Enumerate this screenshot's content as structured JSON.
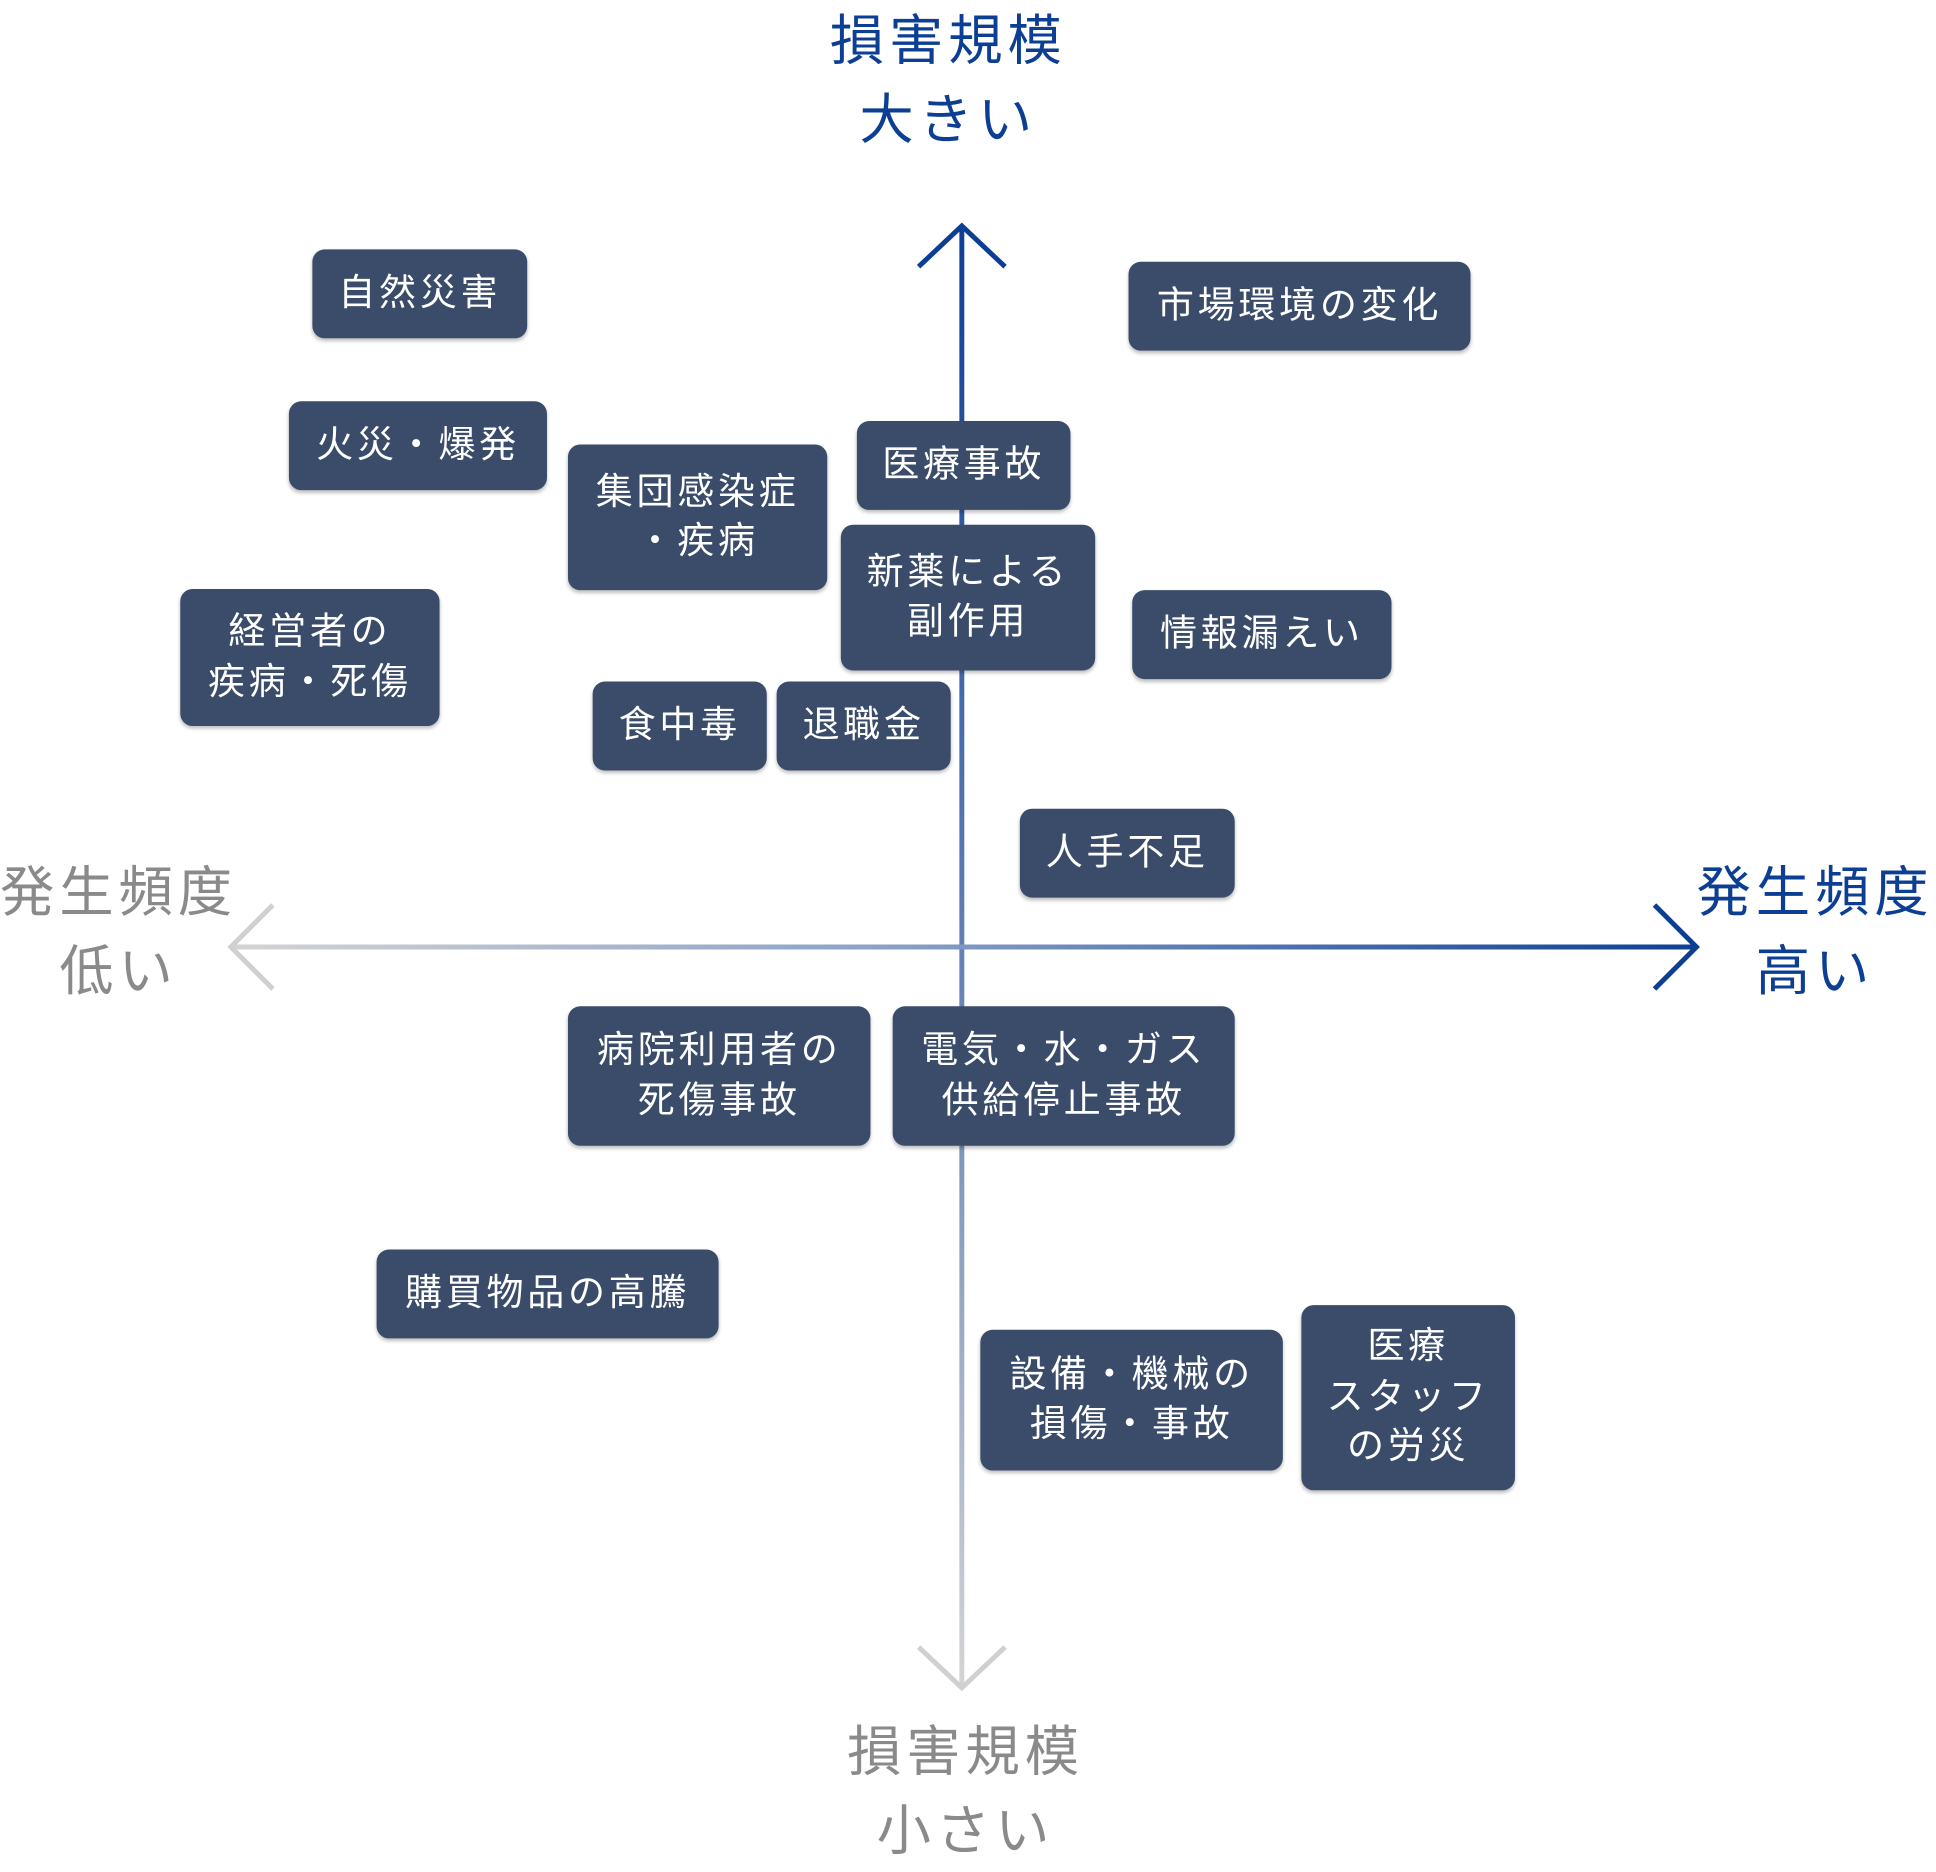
{
  "axes": {
    "top": {
      "line1": "損害規模",
      "line2": "大きい"
    },
    "bottom": {
      "line1": "損害規模",
      "line2": "小さい"
    },
    "left": {
      "line1": "発生頻度",
      "line2": "低い"
    },
    "right": {
      "line1": "発生頻度",
      "line2": "高い"
    }
  },
  "colors": {
    "box_fill": "#3a4c6a",
    "high_axis": "#0c3f94",
    "low_axis": "#cfcfcf"
  },
  "risks": {
    "natural_disaster": "自然災害",
    "fire_explosion": "火災・爆発",
    "mass_infection": "集団感染症\n・疾病",
    "medical_accident": "医療事故",
    "market_change": "市場環境の変化",
    "new_drug_side_effects": "新薬による\n副作用",
    "executive_illness": "経営者の\n疾病・死傷",
    "information_leak": "情報漏えい",
    "food_poisoning": "食中毒",
    "retirement_allowance": "退職金",
    "labor_shortage": "人手不足",
    "patient_injury": "病院利用者の\n死傷事故",
    "utility_outage": "電気・水・ガス\n供給停止事故",
    "purchase_price_rise": "購買物品の高騰",
    "equipment_damage": "設備・機械の\n損傷・事故",
    "staff_occupational_accident": "医療\nスタッフ\nの労災"
  }
}
